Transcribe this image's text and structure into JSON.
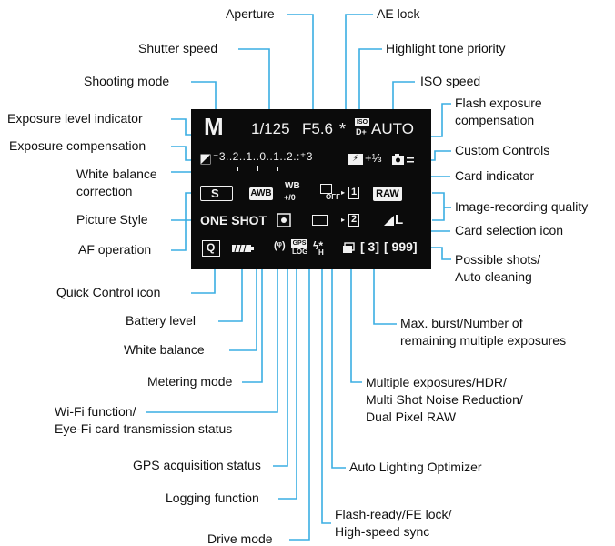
{
  "callouts": {
    "aperture": "Aperture",
    "ae_lock": "AE lock",
    "shutter_speed": "Shutter speed",
    "highlight_tone_priority": "Highlight tone priority",
    "shooting_mode": "Shooting mode",
    "iso_speed": "ISO speed",
    "exposure_level_indicator": "Exposure level indicator",
    "flash_exposure_compensation": [
      "Flash exposure",
      "compensation"
    ],
    "exposure_compensation": "Exposure compensation",
    "custom_controls": "Custom Controls",
    "white_balance_correction": [
      "White balance",
      "correction"
    ],
    "card_indicator": "Card indicator",
    "image_recording_quality": "Image-recording quality",
    "picture_style": "Picture Style",
    "card_selection_icon": "Card selection icon",
    "af_operation": "AF operation",
    "possible_shots": [
      "Possible shots/",
      "Auto cleaning"
    ],
    "quick_control_icon": "Quick Control icon",
    "battery_level": "Battery level",
    "max_burst": [
      "Max. burst/Number of",
      "remaining multiple exposures"
    ],
    "white_balance": "White balance",
    "metering_mode": "Metering mode",
    "multiple_exposures": [
      "Multiple exposures/HDR/",
      "Multi Shot Noise Reduction/",
      "Dual Pixel RAW"
    ],
    "wifi_function": [
      "Wi-Fi function/",
      "Eye-Fi card transmission status"
    ],
    "gps_status": "GPS acquisition status",
    "auto_lighting_optimizer": "Auto Lighting Optimizer",
    "logging_function": "Logging function",
    "flash_ready": [
      "Flash-ready/FE lock/",
      "High-speed sync"
    ],
    "drive_mode": "Drive mode"
  },
  "screen": {
    "shooting_mode": "M",
    "shutter_speed": "1/125",
    "aperture": "F5.6",
    "ae_lock": "*",
    "iso_label": "ISO",
    "highlight_tone": "D+",
    "iso_value": "AUTO",
    "exposure_scale": "⁻3..2..1..0..1..2.:⁺3",
    "flash_comp_value": "+⅓",
    "picture_style": "S",
    "white_balance": "AWB",
    "wb_correction": "WB",
    "wb_correction_sub": "+/0",
    "alo_sub": "OFF",
    "card1": "1",
    "card2": "2",
    "quality": "RAW",
    "quality2": "L",
    "af_operation": "ONE SHOT",
    "quick_control": "Q",
    "gps_top": "GPS",
    "gps_bottom": "LOG",
    "flash_ready": "ϟ",
    "flash_sub": "H",
    "max_burst": "[ 3]",
    "possible_shots": "[ 999]"
  },
  "colors": {
    "leader_line": "#3aaee3",
    "screen_background": "#0b0b0b",
    "screen_foreground": "#f2f2f2"
  },
  "icons": [
    "exposure-comp-icon",
    "flash-icon",
    "custom-controls-camera-icon",
    "picture-style-icon",
    "metering-mode-icon",
    "drive-mode-icon",
    "multiple-exposure-icon",
    "battery-icon",
    "wifi-icon",
    "gps-icon",
    "flash-ready-icon"
  ]
}
